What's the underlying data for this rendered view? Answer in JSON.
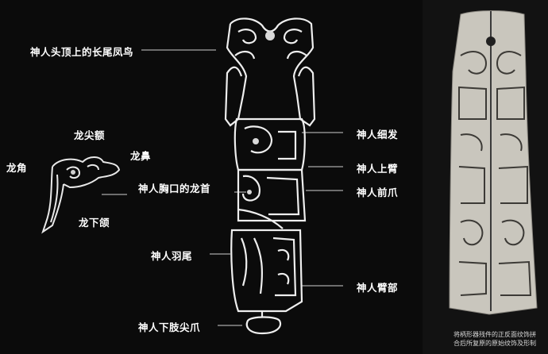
{
  "labels": {
    "phoenix": "神人头顶上的长尾凤鸟",
    "dragon_forehead": "龙尖额",
    "dragon_horn": "龙角",
    "dragon_nose": "龙鼻",
    "chest_dragon_head": "神人胸口的龙首",
    "lower_jaw": "龙下颌",
    "hair": "神人细发",
    "upper_arm": "神人上臂",
    "forepaw": "神人前爪",
    "feather_tail": "神人羽尾",
    "arm": "神人臂部",
    "lower_claw": "神人下肢尖爪"
  },
  "caption": {
    "line1": "将柄形器残件的正反面纹饰拼",
    "line2": "合后所复原的原始纹饰及形制"
  }
}
